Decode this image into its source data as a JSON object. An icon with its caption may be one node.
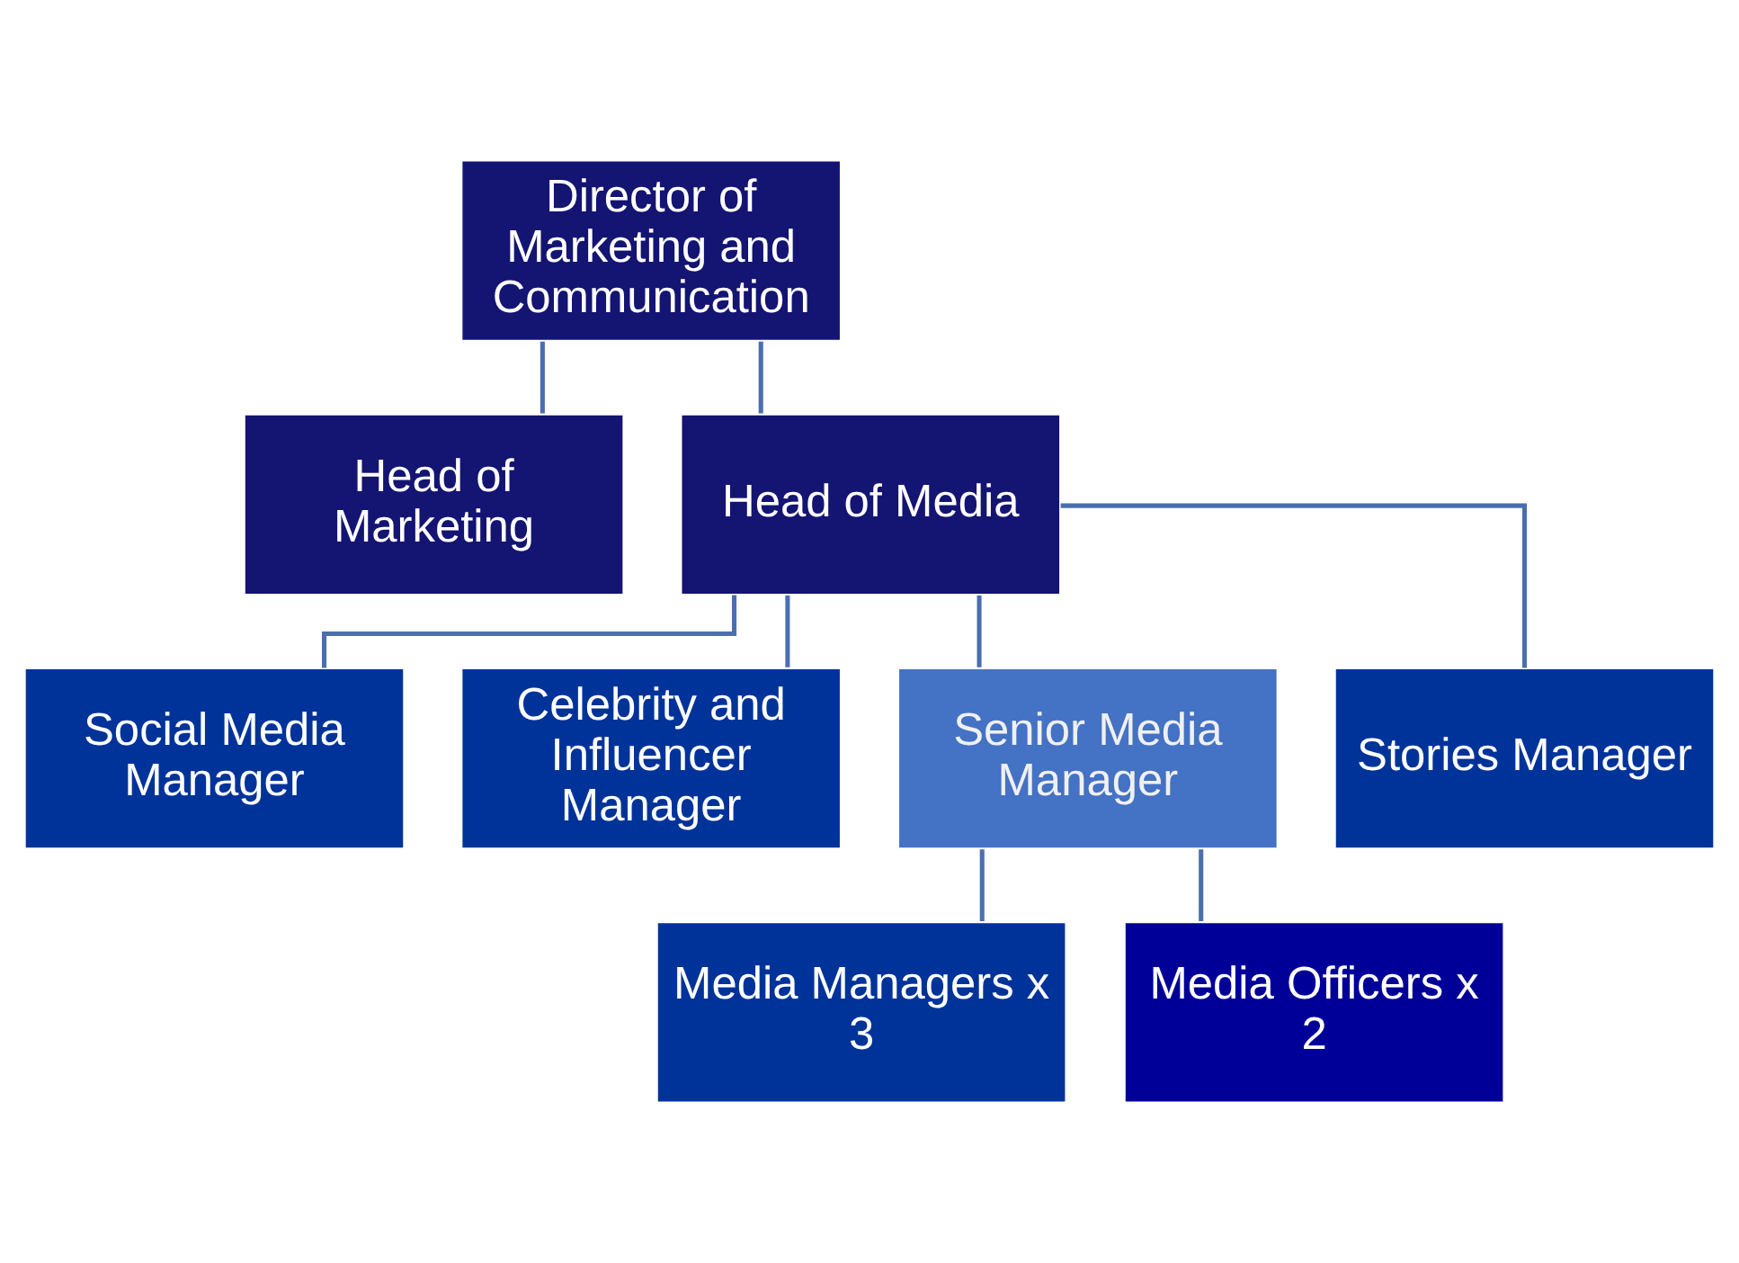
{
  "diagram": {
    "nodes": [
      {
        "text": [
          "Director of Marketing and Communication"
        ]
      },
      {
        "text": [
          "Head of Marketing"
        ]
      },
      {
        "text": [
          "Head of Media"
        ]
      },
      {
        "text": [
          "Social Media Manager"
        ]
      },
      {
        "text": [
          "Celebrity and Influencer Manager"
        ]
      },
      {
        "text": [
          "Senior Media Manager"
        ]
      },
      {
        "text": [
          "Stories Manager"
        ]
      },
      {
        "text": [
          "Media Managers x 3"
        ]
      },
      {
        "text": [
          "Media Officers x 2"
        ]
      }
    ],
    "edges": [
      {
        "from": 0,
        "to": 1,
        "arrow": "none"
      },
      {
        "from": 0,
        "to": 2,
        "arrow": "none"
      },
      {
        "from": 2,
        "to": 3,
        "arrow": "none"
      },
      {
        "from": 2,
        "to": 4,
        "arrow": "none"
      },
      {
        "from": 2,
        "to": 5,
        "arrow": "none"
      },
      {
        "from": 2,
        "to": 6,
        "arrow": "none"
      },
      {
        "from": 5,
        "to": 7,
        "arrow": "none"
      },
      {
        "from": 5,
        "to": 8,
        "arrow": "none"
      }
    ]
  }
}
